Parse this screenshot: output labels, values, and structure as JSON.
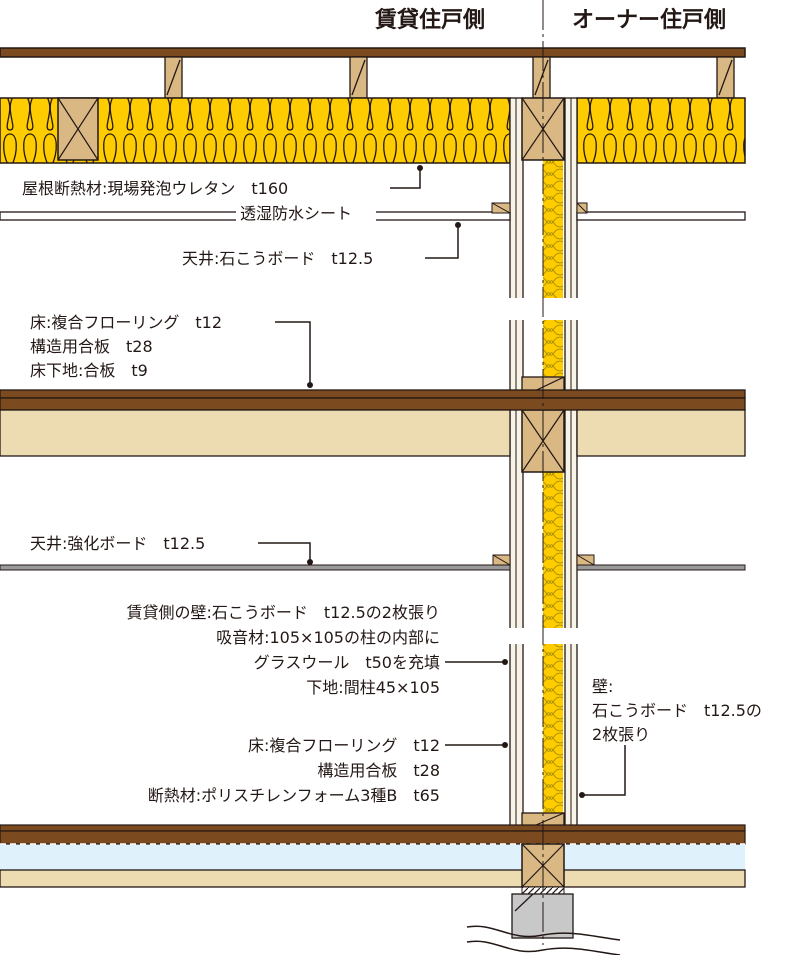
{
  "headers": {
    "left": "賃貸住戸側",
    "right": "オーナー住戸側"
  },
  "labels": {
    "roof_insulation": "屋根断熱材:現場発泡ウレタン　t160",
    "moisture_sheet": "透湿防水シート",
    "ceiling_upper": "天井:石こうボード　t12.5",
    "floor_upper": [
      "床:複合フローリング　t12",
      "構造用合板　t28",
      "床下地:合板　t9"
    ],
    "ceiling_lower": "天井:強化ボード　t12.5",
    "rental_wall": [
      "賃貸側の壁:石こうボード　t12.5の2枚張り",
      "吸音材:105×105の柱の内部に",
      "グラスウール　t50を充填",
      "下地:間柱45×105"
    ],
    "floor_lower": [
      "床:複合フローリング　t12",
      "構造用合板　t28",
      "断熱材:ポリスチレンフォーム3種B　t65"
    ],
    "owner_wall": [
      "壁:",
      "石こうボード　t12.5の",
      "2枚張り"
    ]
  },
  "colors": {
    "brown": "#7b4a1e",
    "insulation_yellow": "#ffcc00",
    "timber": "#d9b883",
    "joist_beige": "#eddcb2",
    "foam_blue": "#dff2fb",
    "concrete": "#c8c8c8",
    "line": "#231815"
  }
}
